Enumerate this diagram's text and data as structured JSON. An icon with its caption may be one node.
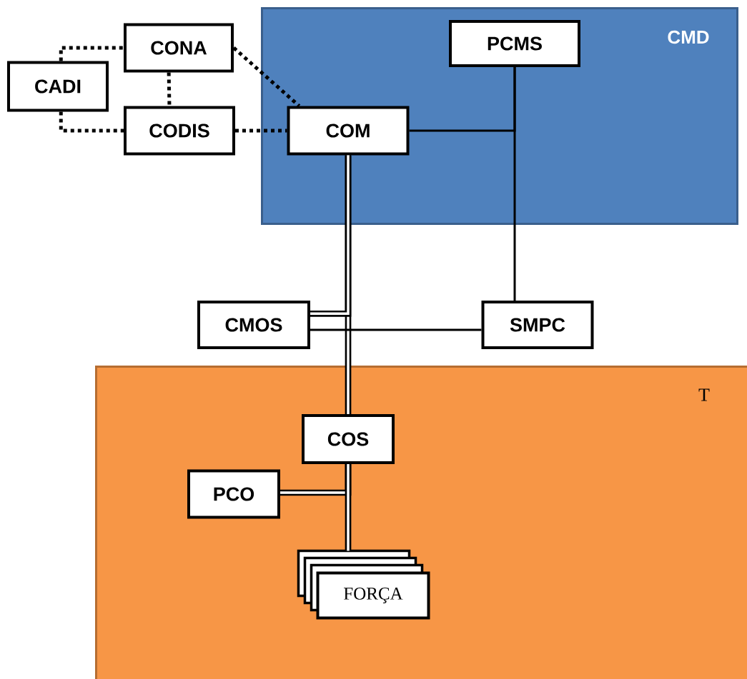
{
  "diagram": {
    "nodes": [
      {
        "text": [
          "CMD"
        ]
      },
      {
        "text": [
          "PCMS"
        ],
        "in": 0
      },
      {
        "text": [
          "CONA"
        ]
      },
      {
        "text": [
          "CADI"
        ]
      },
      {
        "text": [
          "CODIS"
        ]
      },
      {
        "text": [
          "COM"
        ],
        "in": 0
      },
      {
        "text": [
          "CMOS"
        ]
      },
      {
        "text": [
          "SMPC"
        ]
      },
      {
        "text": [
          "T"
        ]
      },
      {
        "text": [
          "COS"
        ],
        "in": 8
      },
      {
        "text": [
          "PCO"
        ],
        "in": 8
      },
      {
        "text": [
          "FORÇA"
        ],
        "in": 8
      }
    ],
    "edges": [
      {
        "from": 3,
        "to": 2,
        "arrow": "none",
        "style": "dashed"
      },
      {
        "from": 3,
        "to": 4,
        "arrow": "none",
        "style": "dashed"
      },
      {
        "from": 2,
        "to": 4,
        "arrow": "none",
        "style": "dashed"
      },
      {
        "from": 2,
        "to": 5,
        "arrow": "none",
        "style": "dashed"
      },
      {
        "from": 4,
        "to": 5,
        "arrow": "none",
        "style": "dashed"
      },
      {
        "from": 5,
        "to": 1,
        "arrow": "none"
      },
      {
        "from": 1,
        "to": 7,
        "arrow": "none"
      },
      {
        "from": 5,
        "to": 9,
        "arrow": "none"
      },
      {
        "from": 6,
        "to": 5,
        "arrow": "none"
      },
      {
        "from": 6,
        "to": 7,
        "arrow": "none"
      },
      {
        "from": 10,
        "to": 9,
        "arrow": "none"
      },
      {
        "from": 9,
        "to": 11,
        "arrow": "none"
      }
    ]
  }
}
